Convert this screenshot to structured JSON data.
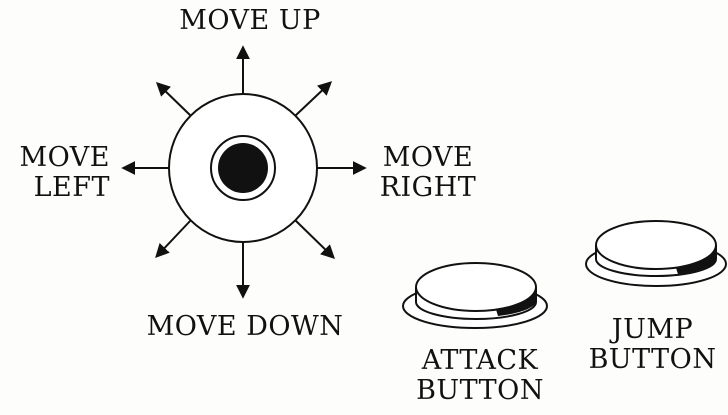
{
  "labels": {
    "move_up": "MOVE UP",
    "move_left_line1": "MOVE",
    "move_left_line2": "LEFT",
    "move_right_line1": "MOVE",
    "move_right_line2": "RIGHT",
    "move_down": "MOVE DOWN",
    "attack_line1": "ATTACK",
    "attack_line2": "BUTTON",
    "jump_line1": "JUMP",
    "jump_line2": "BUTTON"
  },
  "colors": {
    "ink": "#111111",
    "paper": "#fdfdfb",
    "button_face": "#ffffff"
  },
  "icons": {
    "joystick": "joystick-icon",
    "arrows": "arrow-icon",
    "attack_button": "round-button-icon",
    "jump_button": "round-button-icon"
  }
}
